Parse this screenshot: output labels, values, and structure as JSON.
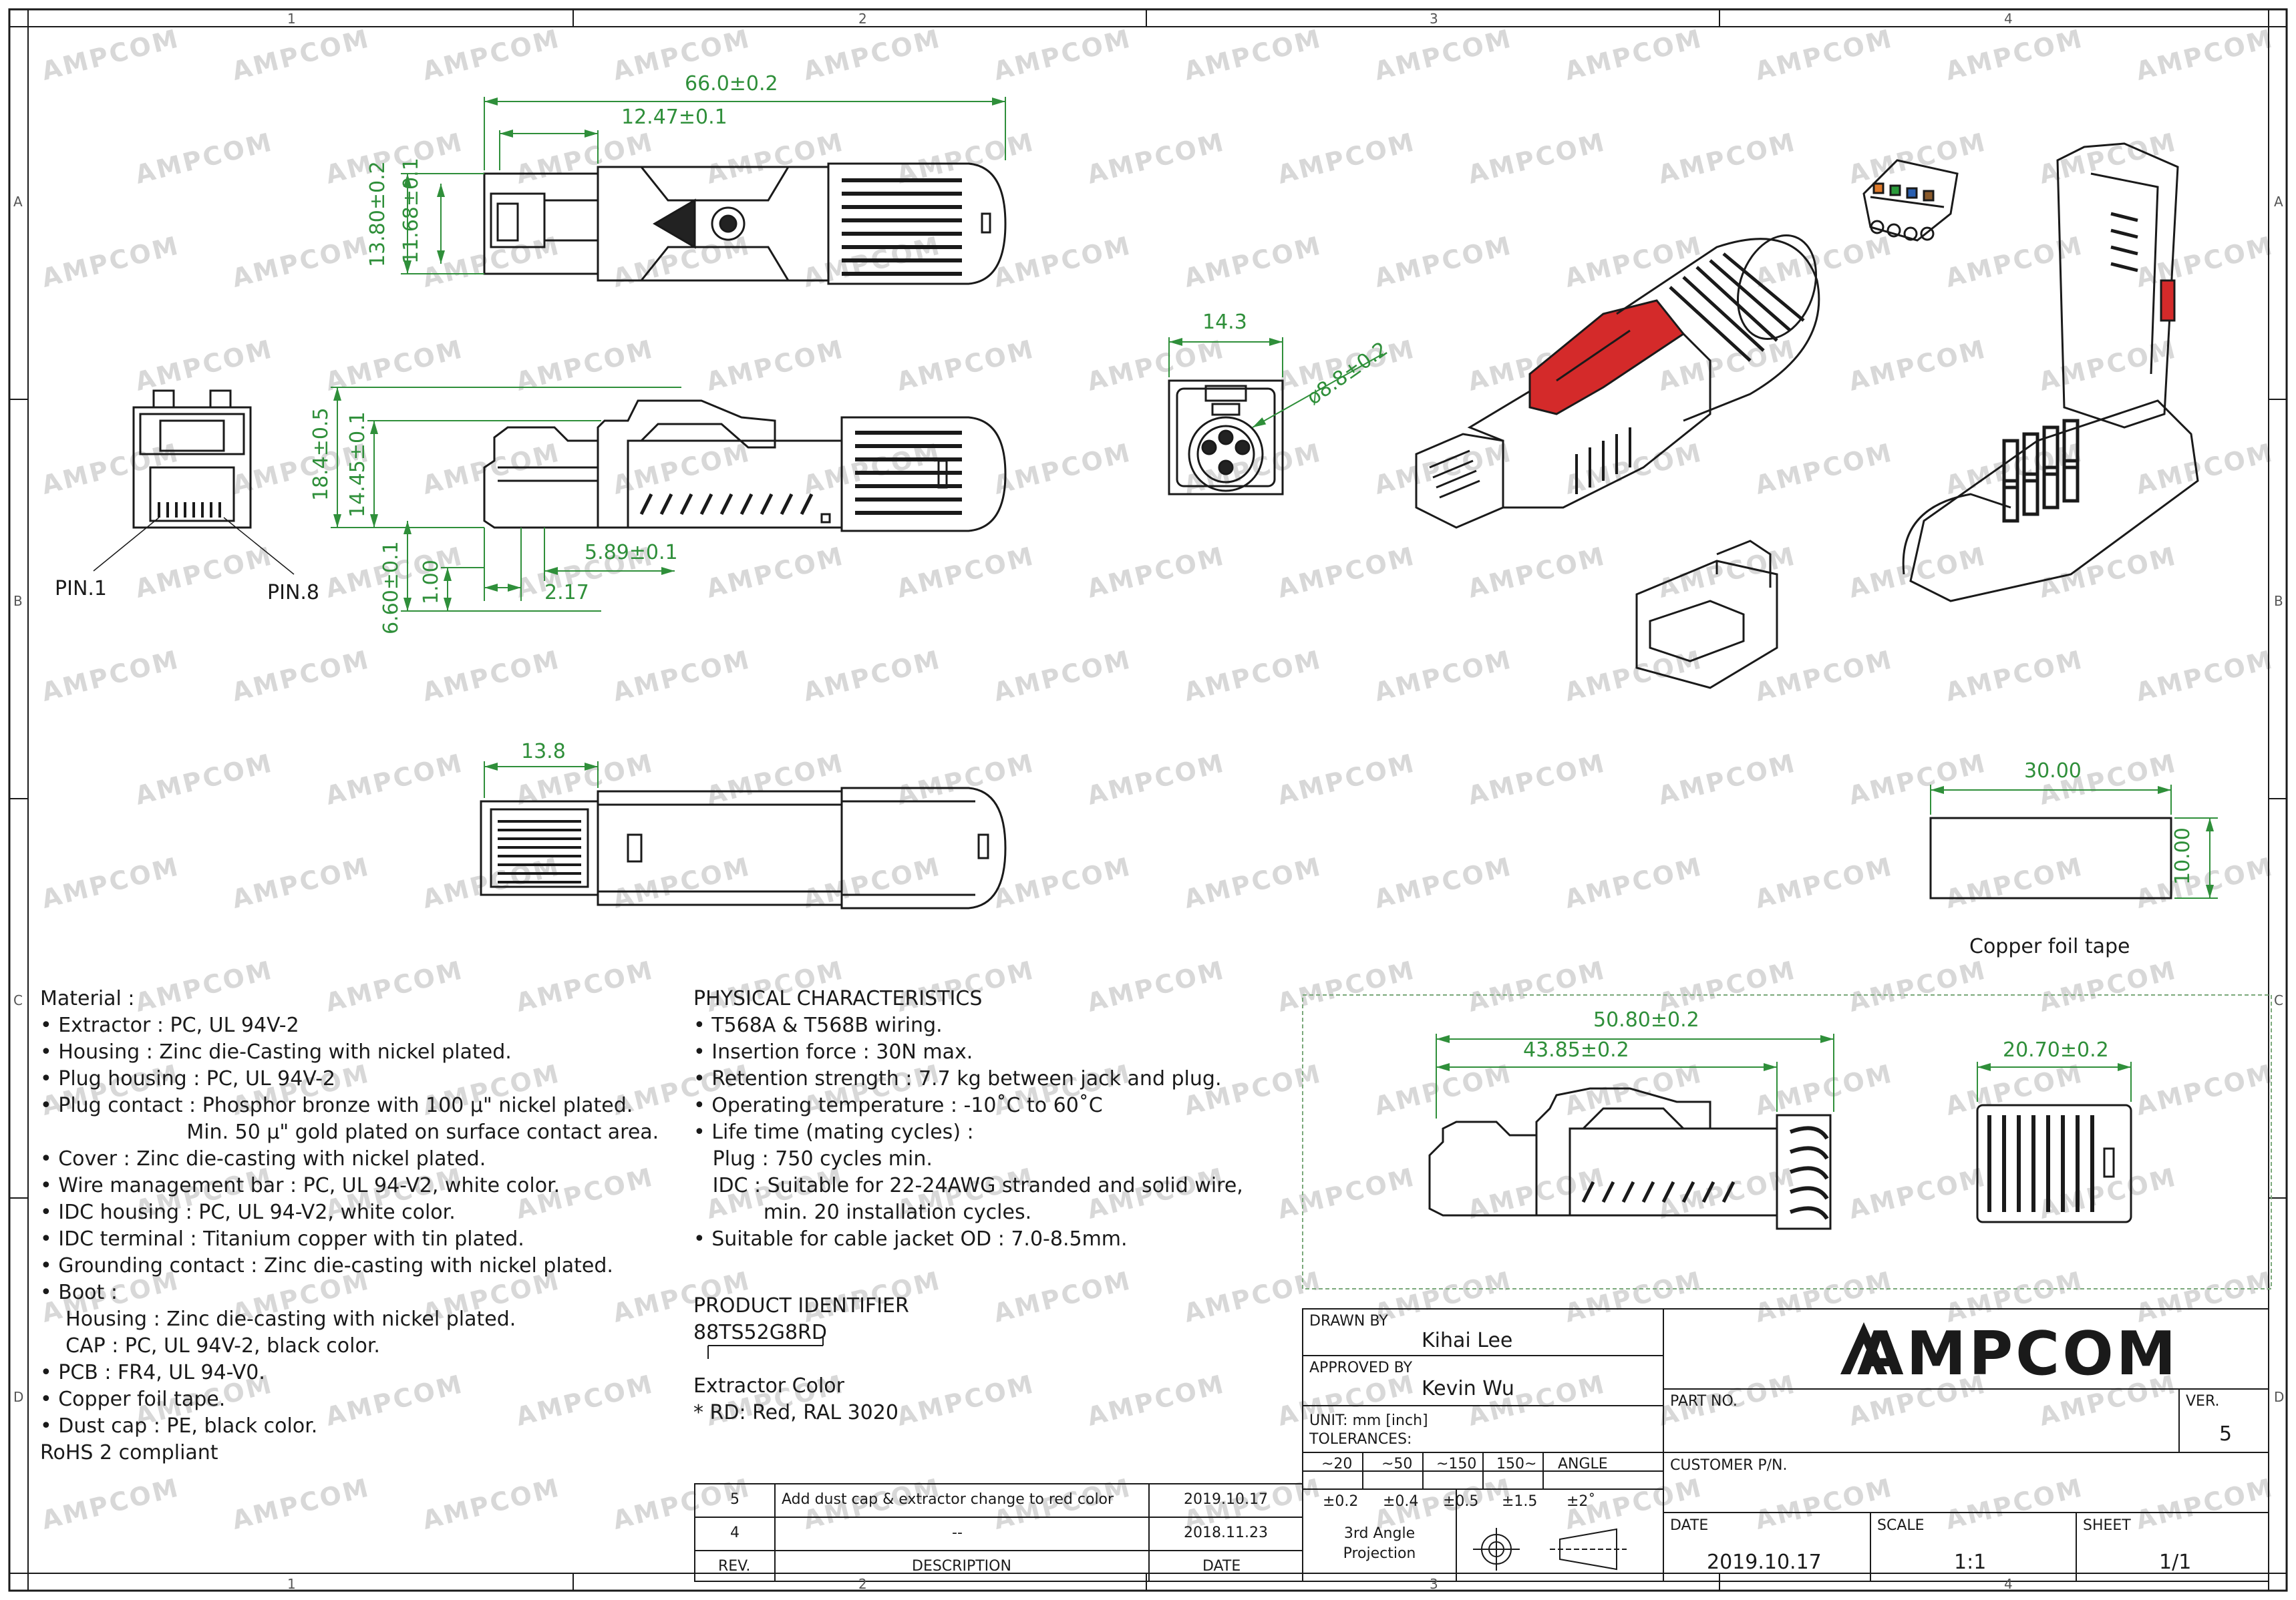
{
  "watermark": "AMPCOM",
  "zones": {
    "cols": [
      "1",
      "2",
      "3",
      "4"
    ],
    "rows": [
      "A",
      "B",
      "C",
      "D"
    ]
  },
  "dims": {
    "overall_length": "66.0±0.2",
    "plug_length": "12.47±0.1",
    "height_a": "13.80±0.2",
    "height_b": "11.68±0.1",
    "side_height_a": "18.4±0.5",
    "side_height_b": "14.45±0.1",
    "tab_5_89": "5.89±0.1",
    "dim_2_17": "2.17",
    "dim_1_00": "1.00",
    "dim_6_60": "6.60±0.1",
    "end_width": "14.3",
    "end_diameter": "ø8.8±0.2",
    "bottom_13_8": "13.8",
    "tape_w": "30.00",
    "tape_h": "10.00",
    "alt_overall": "50.80±0.2",
    "alt_body": "43.85±0.2",
    "alt_boot": "20.70±0.2"
  },
  "labels": {
    "pin1": "PIN.1",
    "pin8": "PIN.8",
    "copper_tape": "Copper foil tape"
  },
  "material": {
    "title": "Material :",
    "lines": [
      "• Extractor : PC, UL 94V-2",
      "• Housing : Zinc die-Casting with nickel plated.",
      "• Plug housing : PC, UL 94V-2",
      "• Plug contact : Phosphor bronze with 100 µ\" nickel plated.",
      "                       Min. 50 µ\" gold plated on surface contact area.",
      "• Cover : Zinc die-casting with nickel plated.",
      "• Wire management bar : PC, UL 94-V2, white color.",
      "• IDC housing : PC, UL 94-V2, white color.",
      "• IDC terminal : Titanium copper with tin plated.",
      "• Grounding contact : Zinc die-casting with nickel plated.",
      "• Boot :",
      "    Housing : Zinc die-casting with nickel plated.",
      "    CAP : PC, UL 94V-2, black color.",
      "• PCB : FR4, UL 94-V0.",
      "• Copper foil tape.",
      "• Dust cap : PE, black color.",
      "RoHS 2 compliant"
    ]
  },
  "physical": {
    "title": "PHYSICAL CHARACTERISTICS",
    "lines": [
      "• T568A & T568B wiring.",
      "• Insertion force : 30N max.",
      "• Retention strength : 7.7 kg between jack and plug.",
      "• Operating temperature : -10˚C to 60˚C",
      "• Life time (mating cycles) :",
      "   Plug : 750 cycles min.",
      "   IDC : Suitable for 22-24AWG stranded and solid wire,",
      "           min. 20 installation cycles.",
      "• Suitable for cable jacket OD : 7.0-8.5mm."
    ]
  },
  "product": {
    "title": "PRODUCT IDENTIFIER",
    "code": "88TS52G8RD",
    "extractor_title": "Extractor Color",
    "extractor_value": "* RD: Red, RAL 3020"
  },
  "revisions": {
    "headers": [
      "REV.",
      "DESCRIPTION",
      "DATE"
    ],
    "rows": [
      {
        "rev": "5",
        "desc": "Add dust cap & extractor change to red color",
        "date": "2019.10.17"
      },
      {
        "rev": "4",
        "desc": "--",
        "date": "2018.11.23"
      }
    ]
  },
  "titleblock": {
    "drawn_by_label": "DRAWN BY",
    "drawn_by": "Kihai Lee",
    "approved_by_label": "APPROVED BY",
    "approved_by": "Kevin Wu",
    "unit": "UNIT: mm [inch]",
    "tolerances_label": "TOLERANCES:",
    "tol_headers": [
      "~20",
      "~50",
      "~150",
      "150~",
      "ANGLE"
    ],
    "tol_values": [
      "±0.2",
      "±0.4",
      "±0.5",
      "±1.5",
      "±2˚"
    ],
    "projection": "3rd Angle Projection",
    "logo": "AMPCOM",
    "part_no_label": "PART NO.",
    "ver_label": "VER.",
    "ver": "5",
    "customer_label": "CUSTOMER P/N.",
    "date_label": "DATE",
    "date": "2019.10.17",
    "scale_label": "SCALE",
    "scale": "1:1",
    "sheet_label": "SHEET",
    "sheet": "1/1"
  },
  "colors": {
    "line": "#1a1a1a",
    "dimension": "#2f8f3a",
    "extractor": "#d42a2a",
    "watermark": "#d8d8d8"
  }
}
